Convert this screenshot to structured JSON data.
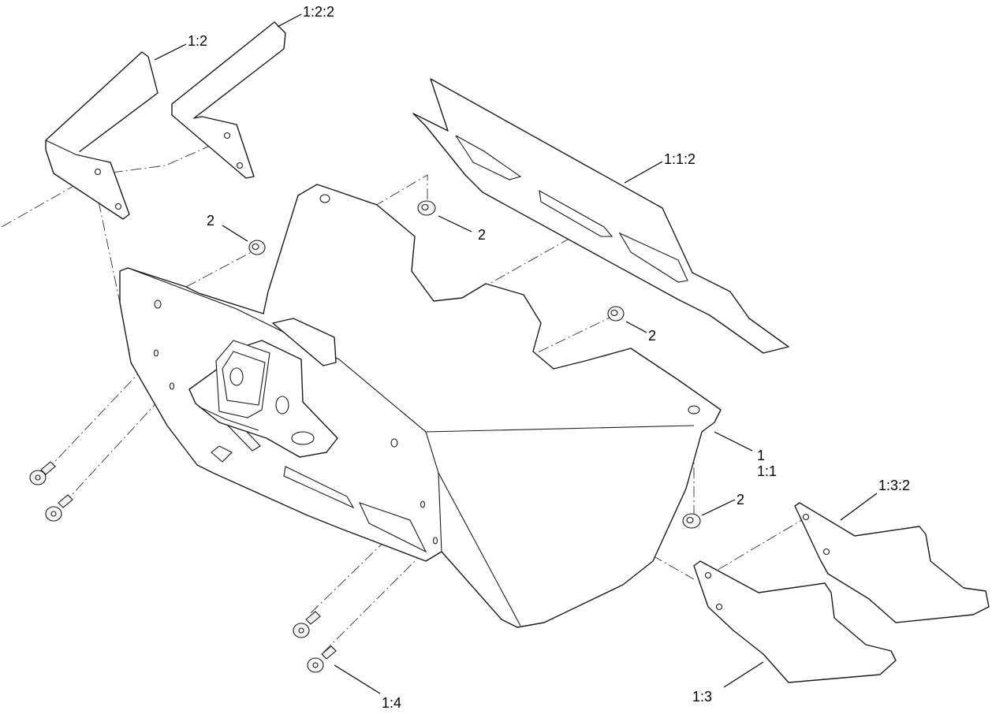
{
  "callouts": {
    "base_plate": "1",
    "base_plate_assembly": "1:1",
    "upper_deflector": "1:1:2",
    "left_bracket": "1:2",
    "left_bracket_guard": "1:2:2",
    "right_bracket": "1:3",
    "right_bracket_guard": "1:3:2",
    "screw": "1:4",
    "nut_upper_left": "2",
    "nut_upper_center": "2",
    "nut_center_right": "2",
    "nut_lower_right": "2"
  }
}
